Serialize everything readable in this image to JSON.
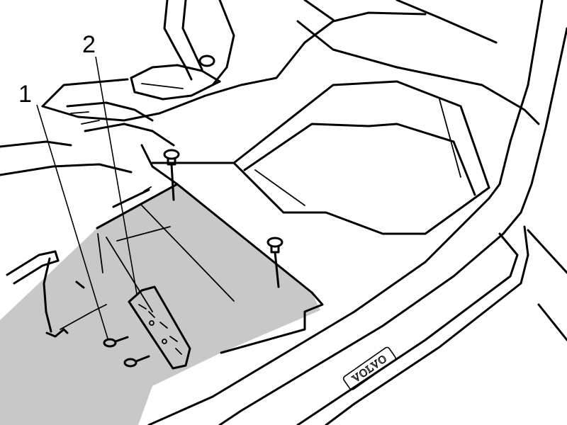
{
  "callouts": [
    {
      "label": "1",
      "refers_to": "screw"
    },
    {
      "label": "2",
      "refers_to": "mounting-bracket"
    }
  ],
  "sill_emblem_text": "VOLVO",
  "colors": {
    "line": "#000000",
    "shaded_area": "#c8c8c8",
    "background": "#ffffff"
  }
}
